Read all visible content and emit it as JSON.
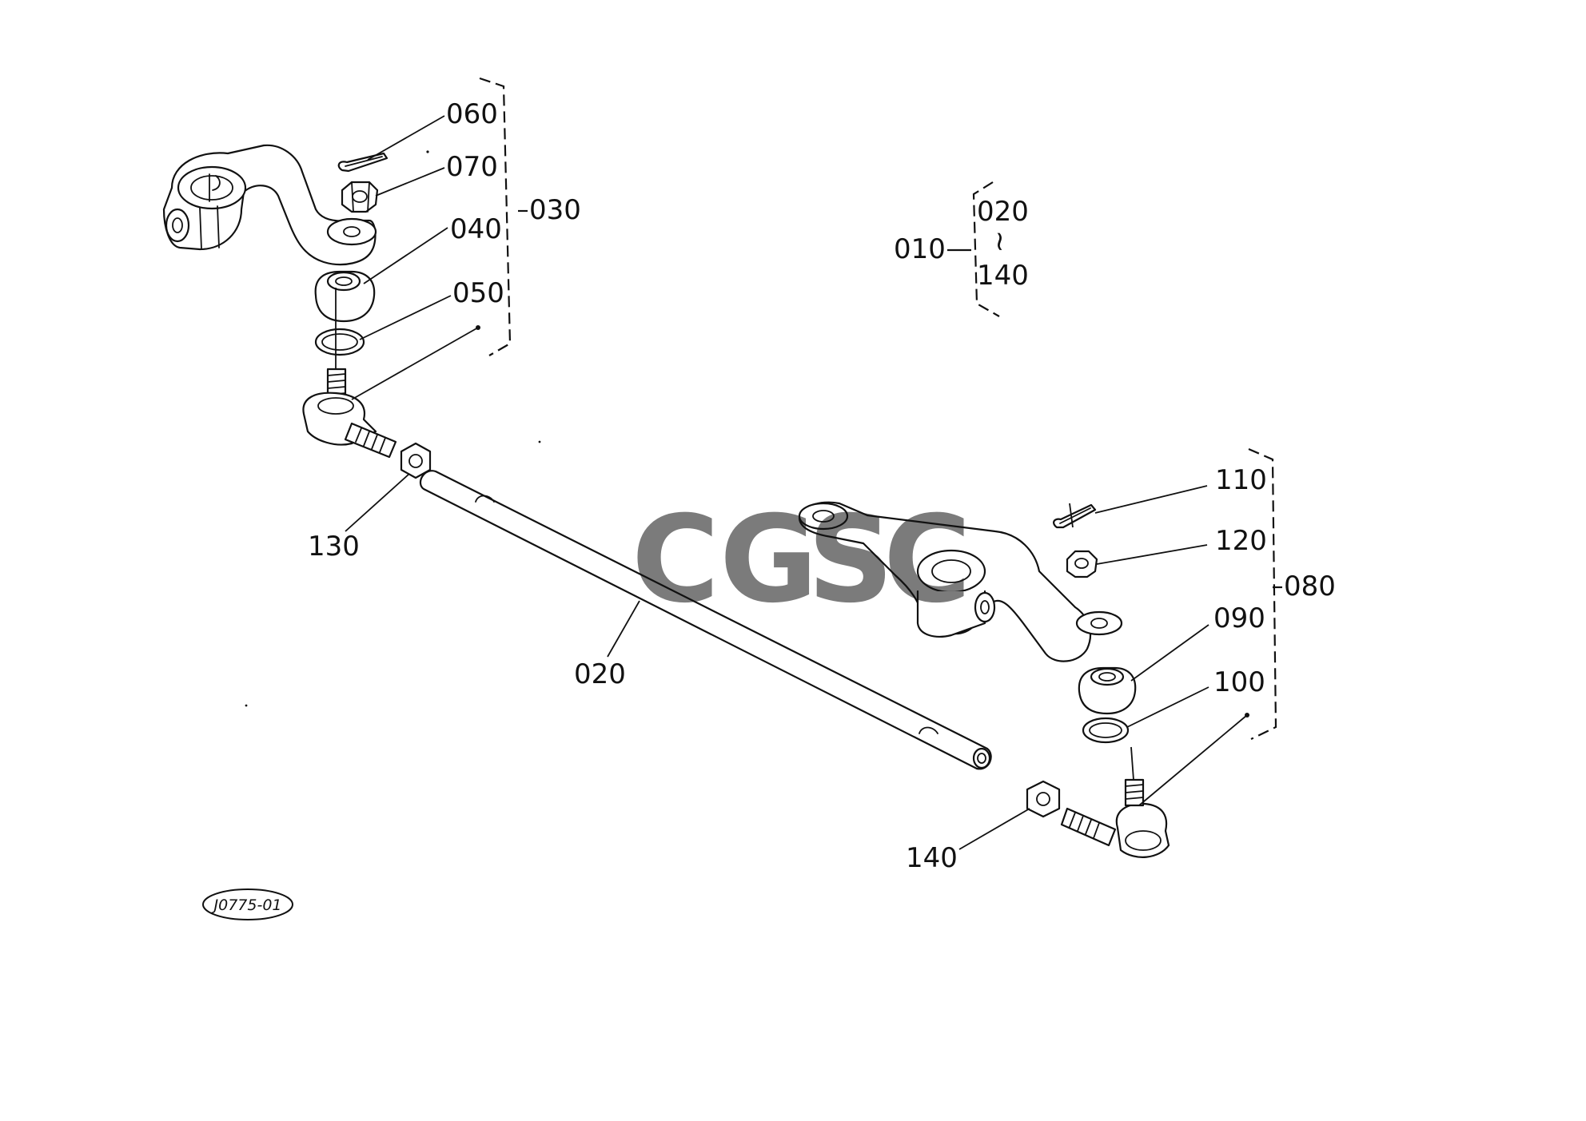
{
  "labels": {
    "p060": "060",
    "p070": "070",
    "p040": "040",
    "p050": "050",
    "p030": "030",
    "p010": "010",
    "p020_group": "020",
    "range_sym": "~",
    "p140_group": "140",
    "p130": "130",
    "p020": "020",
    "p110": "110",
    "p120": "120",
    "p080": "080",
    "p090": "090",
    "p100": "100",
    "p140": "140"
  },
  "watermark": {
    "letters": [
      "C",
      "G",
      "S",
      "C"
    ],
    "colors": [
      "#7aa7f2",
      "#f08a86",
      "#f7d96a",
      "#79bf98"
    ]
  },
  "drawing_ref": "J0775-01"
}
